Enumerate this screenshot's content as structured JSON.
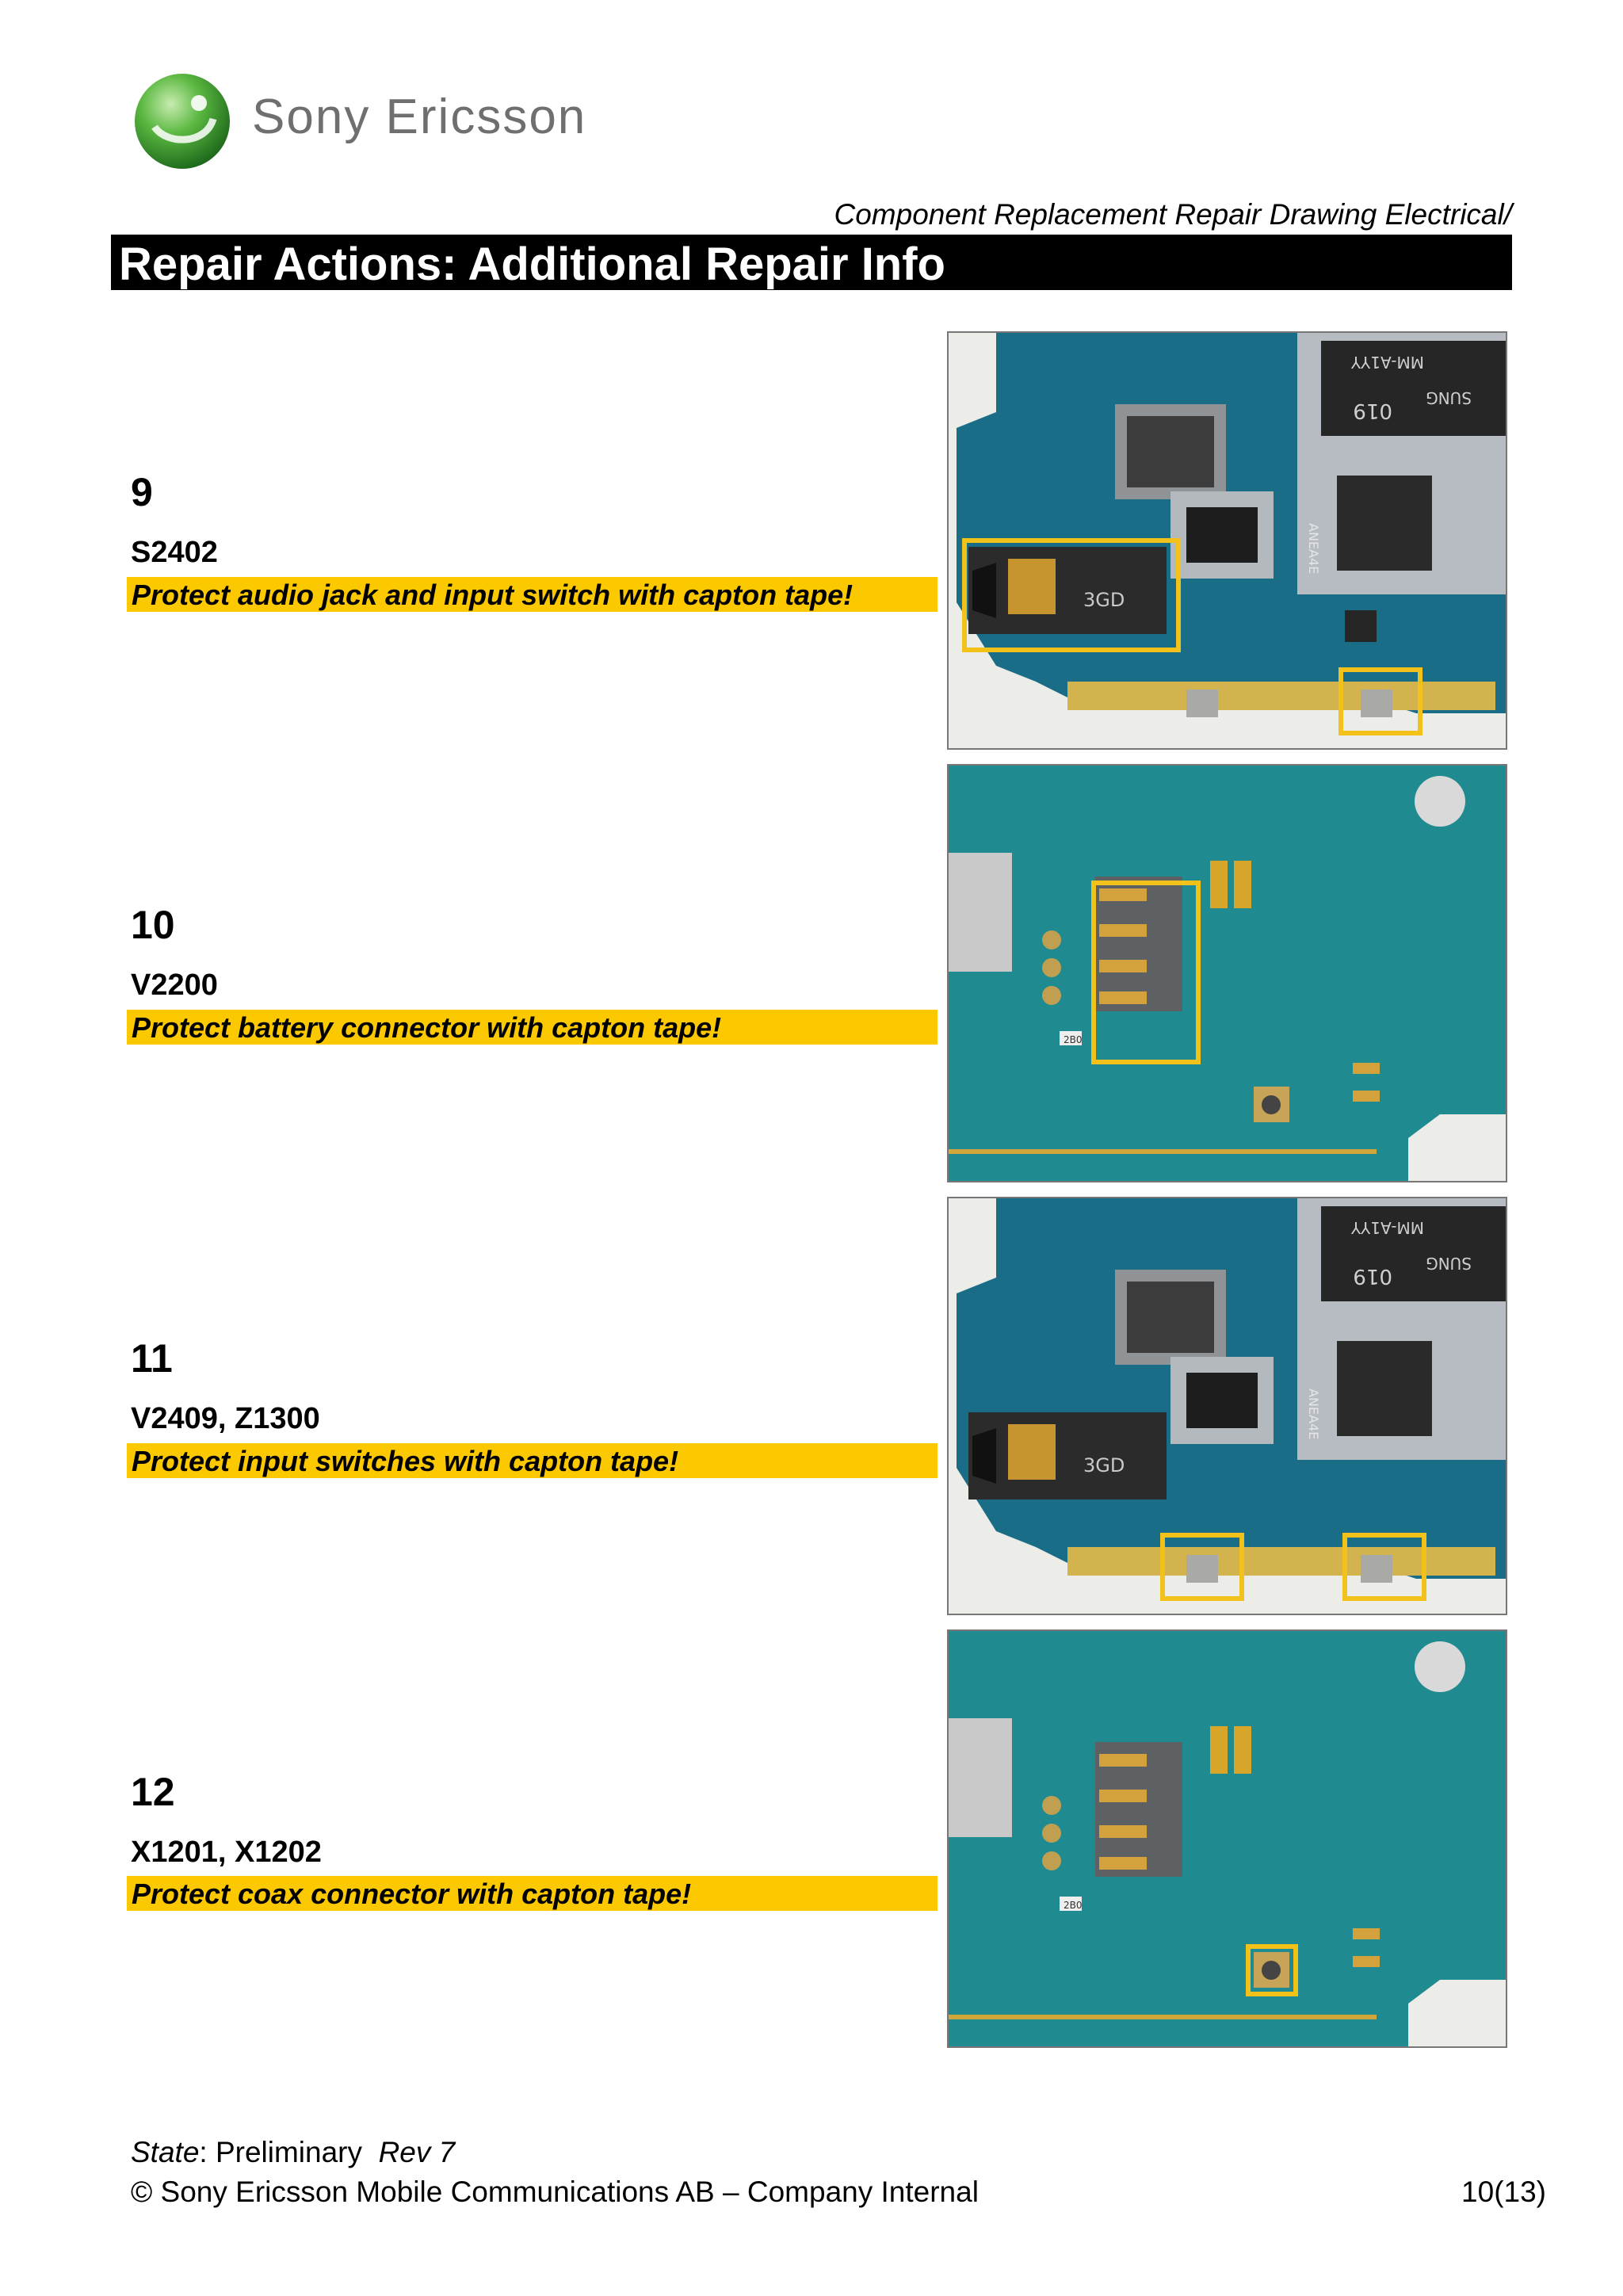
{
  "header": {
    "brand": "Sony Ericsson",
    "document_subtitle": "Component Replacement Repair Drawing Electrical/",
    "title": "Repair Actions: Additional Repair Info"
  },
  "steps": [
    {
      "number": "9",
      "reference": "S2402",
      "note": "Protect audio jack and input switch with capton tape!"
    },
    {
      "number": "10",
      "reference": "V2200",
      "note": "Protect battery connector with capton tape!"
    },
    {
      "number": "11",
      "reference": "V2409, Z1300",
      "note": "Protect input switches with capton tape!"
    },
    {
      "number": "12",
      "reference": "X1201, X1202",
      "note": "Protect coax connector with capton tape!"
    }
  ],
  "photos": {
    "board_a_labels": {
      "chip_top": "MM-A1YY",
      "chip_mid": "019",
      "chip_side": "SUNG",
      "jack_label": "3GD",
      "strip": "ANEA4E"
    },
    "board_b_labels": {
      "resistor": "2B0"
    }
  },
  "footer": {
    "state_label": "State",
    "state_value": ": Preliminary",
    "revision": "Rev 7",
    "copyright": "© Sony Ericsson Mobile Communications AB – Company Internal",
    "page": "10(13)"
  },
  "colors": {
    "highlight": "#fcc800",
    "title_bar": "#000000",
    "pcb": "#1a6d86",
    "pcb_light": "#1f8a8f",
    "callout": "#f2c21a",
    "brand_gray": "#6f6f6f",
    "logo_green": "#4aa83a"
  }
}
